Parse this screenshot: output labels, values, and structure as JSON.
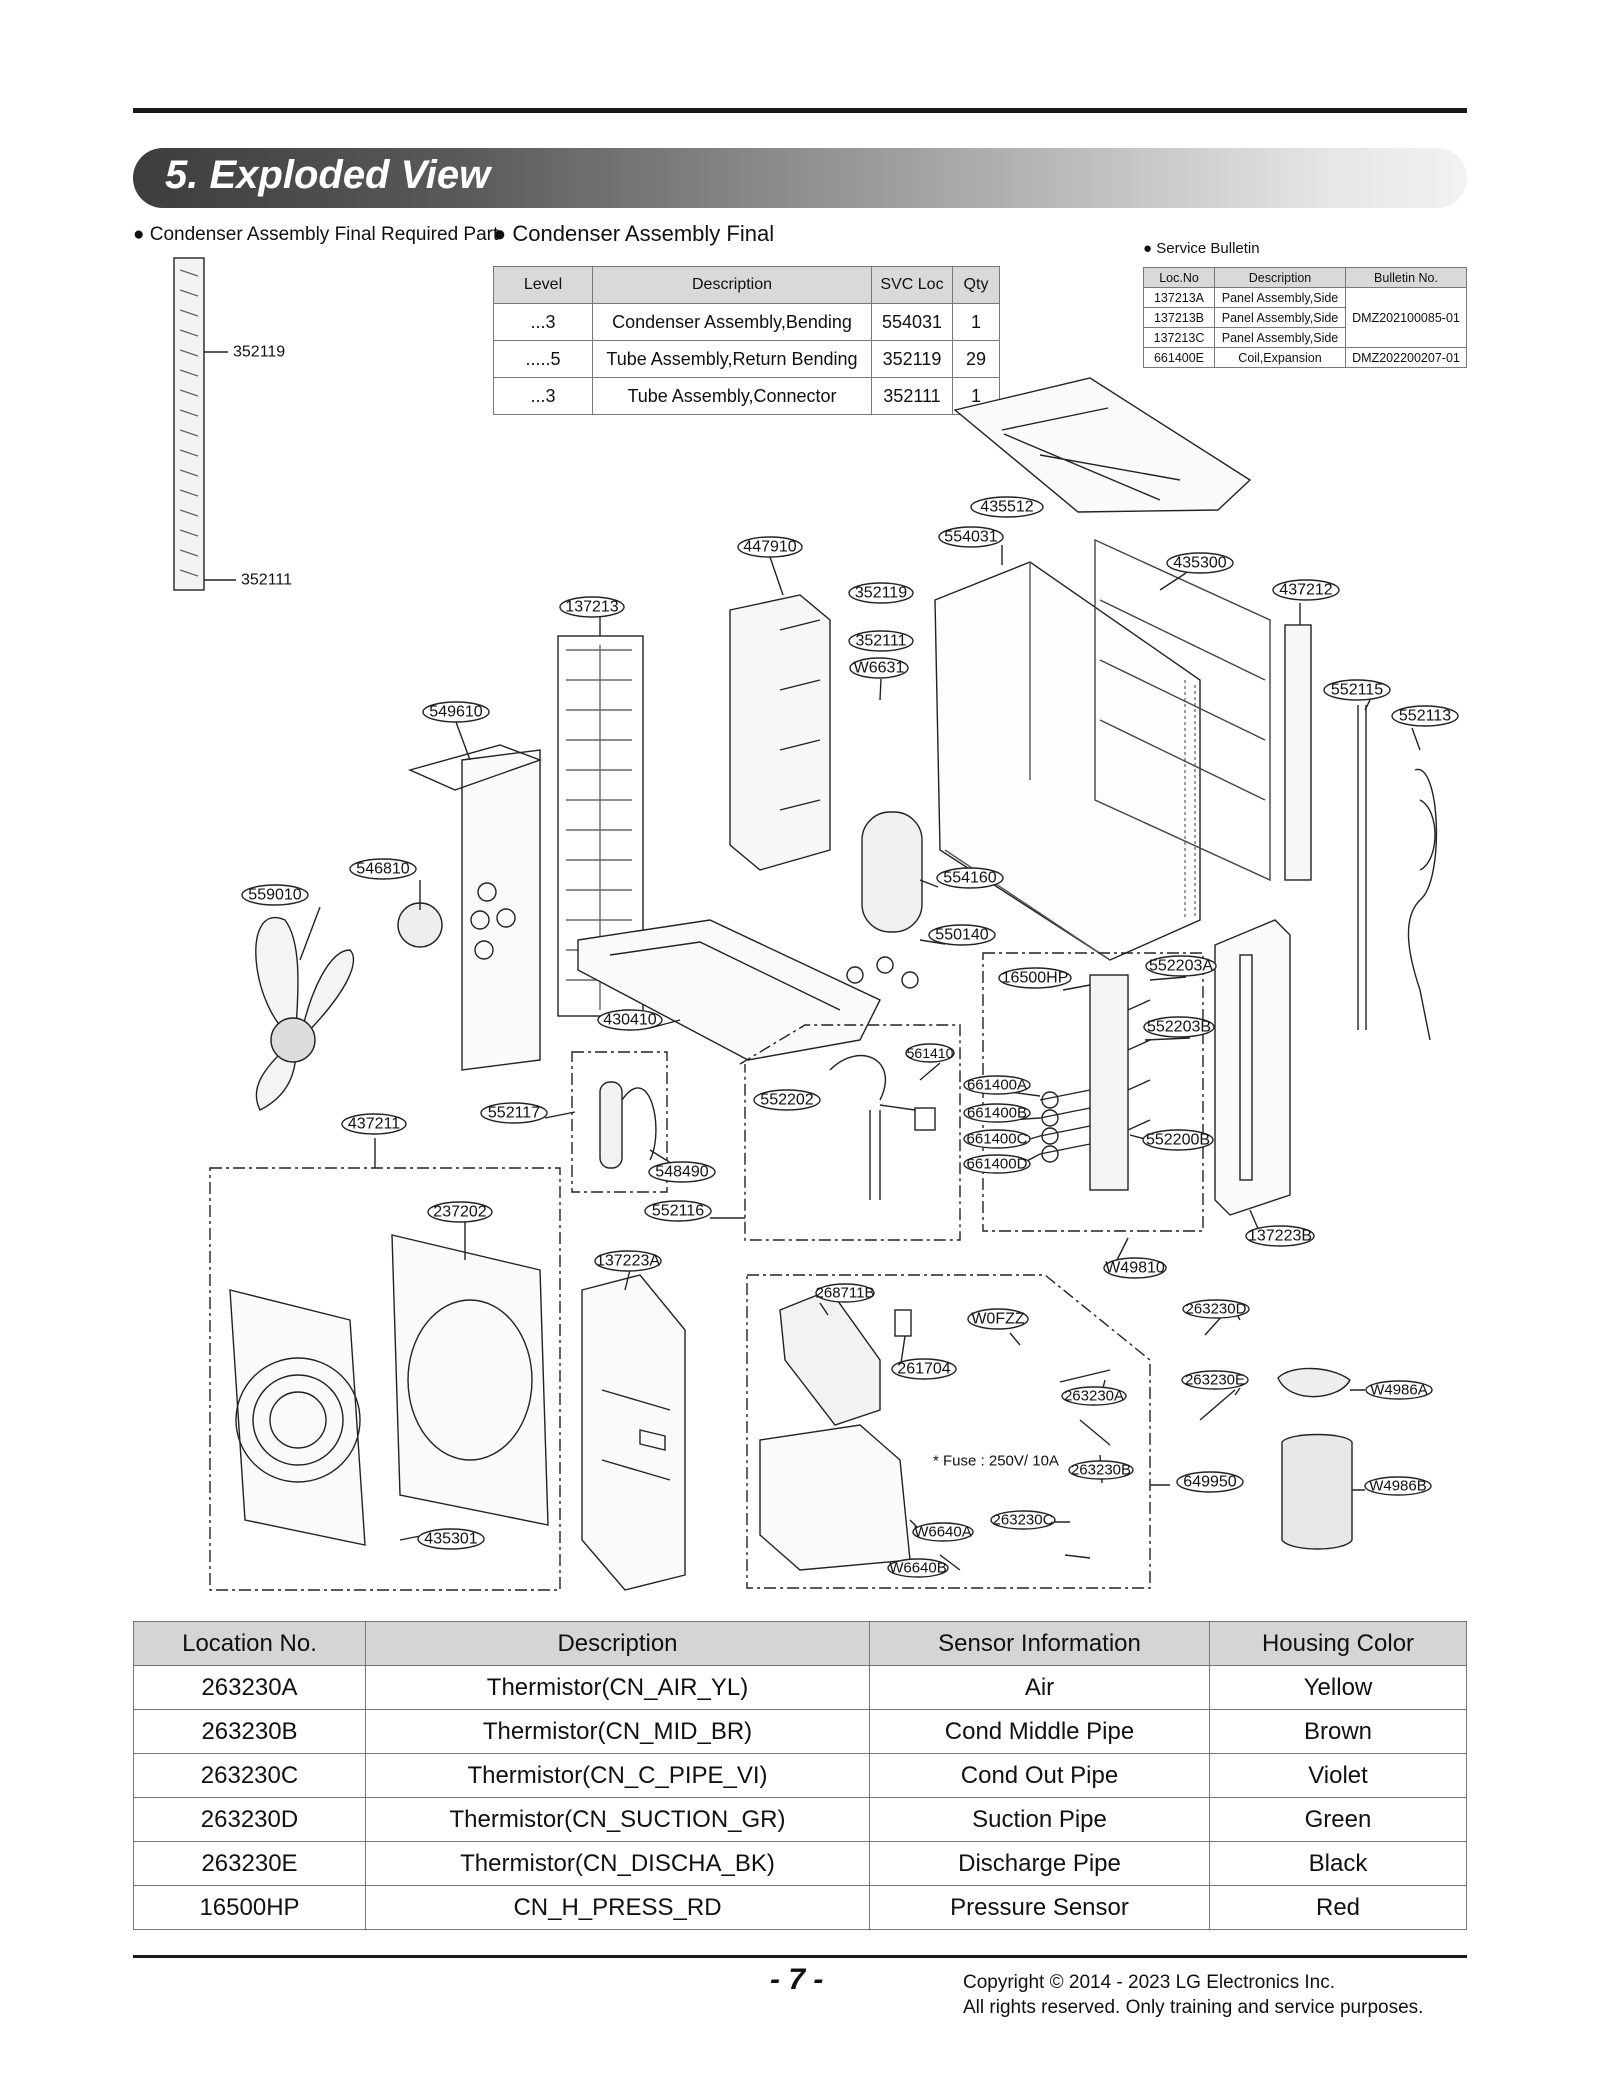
{
  "header": {
    "title": "5. Exploded View"
  },
  "sections": {
    "required_part": "● Condenser Assembly Final Required Part",
    "final": "● Condenser Assembly Final",
    "service_bulletin": "● Service Bulletin"
  },
  "required_part_labels": [
    "352119",
    "352111"
  ],
  "assembly_table": {
    "headers": [
      "Level",
      "Description",
      "SVC Loc",
      "Qty"
    ],
    "rows": [
      [
        "...3",
        "Condenser Assembly,Bending",
        "554031",
        "1"
      ],
      [
        ".....5",
        "Tube Assembly,Return Bending",
        "352119",
        "29"
      ],
      [
        "...3",
        "Tube Assembly,Connector",
        "352111",
        "1"
      ]
    ]
  },
  "bulletin_table": {
    "headers": [
      "Loc.No",
      "Description",
      "Bulletin No."
    ],
    "rows": [
      [
        "137213A",
        "Panel Assembly,Side"
      ],
      [
        "137213B",
        "Panel Assembly,Side"
      ],
      [
        "137213C",
        "Panel Assembly,Side"
      ],
      [
        "661400E",
        "Coil,Expansion"
      ]
    ],
    "bulletins": [
      "DMZ202100085-01",
      "DMZ202200207-01"
    ]
  },
  "part_labels": {
    "p435512": "435512",
    "p554031": "554031",
    "p447910": "447910",
    "p435300": "435300",
    "p437212": "437212",
    "p137213": "137213",
    "p352119": "352119",
    "p352111": "352111",
    "pW6631": "W6631",
    "p552115": "552115",
    "p552113": "552113",
    "p549610": "549610",
    "p546810": "546810",
    "p559010": "559010",
    "p554160": "554160",
    "p550140": "550140",
    "p16500HP": "16500HP",
    "p552203A": "552203A",
    "p552203B": "552203B",
    "p430410": "430410",
    "p561410": "561410",
    "p552202": "552202",
    "p661400A": "661400A",
    "p661400B": "661400B",
    "p661400C": "661400C",
    "p661400D": "661400D",
    "p552200B": "552200B",
    "p552117": "552117",
    "p437211": "437211",
    "p548490": "548490",
    "p552116": "552116",
    "p237202": "237202",
    "p137223A": "137223A",
    "p137223B": "137223B",
    "pW49810": "W49810",
    "p268711B": "268711B",
    "pW0FZZ": "W0FZZ",
    "p263230D": "263230D",
    "p261704": "261704",
    "p263230A": "263230A",
    "p263230E": "263230E",
    "pW4986A": "W4986A",
    "p263230B": "263230B",
    "p649950": "649950",
    "pW4986B": "W4986B",
    "p263230C": "263230C",
    "pW6640A": "W6640A",
    "pW6640B": "W6640B",
    "p435301": "435301"
  },
  "fuse_note": "* Fuse : 250V/ 10A",
  "sensor_table": {
    "headers": [
      "Location No.",
      "Description",
      "Sensor Information",
      "Housing Color"
    ],
    "rows": [
      [
        "263230A",
        "Thermistor(CN_AIR_YL)",
        "Air",
        "Yellow"
      ],
      [
        "263230B",
        "Thermistor(CN_MID_BR)",
        "Cond Middle Pipe",
        "Brown"
      ],
      [
        "263230C",
        "Thermistor(CN_C_PIPE_VI)",
        "Cond Out Pipe",
        "Violet"
      ],
      [
        "263230D",
        "Thermistor(CN_SUCTION_GR)",
        "Suction Pipe",
        "Green"
      ],
      [
        "263230E",
        "Thermistor(CN_DISCHA_BK)",
        "Discharge Pipe",
        "Black"
      ],
      [
        "16500HP",
        "CN_H_PRESS_RD",
        "Pressure Sensor",
        "Red"
      ]
    ]
  },
  "footer": {
    "page": "- 7 -",
    "copyright": "Copyright © 2014 - 2023 LG Electronics Inc.",
    "rights": "All rights reserved. Only training and service purposes."
  }
}
